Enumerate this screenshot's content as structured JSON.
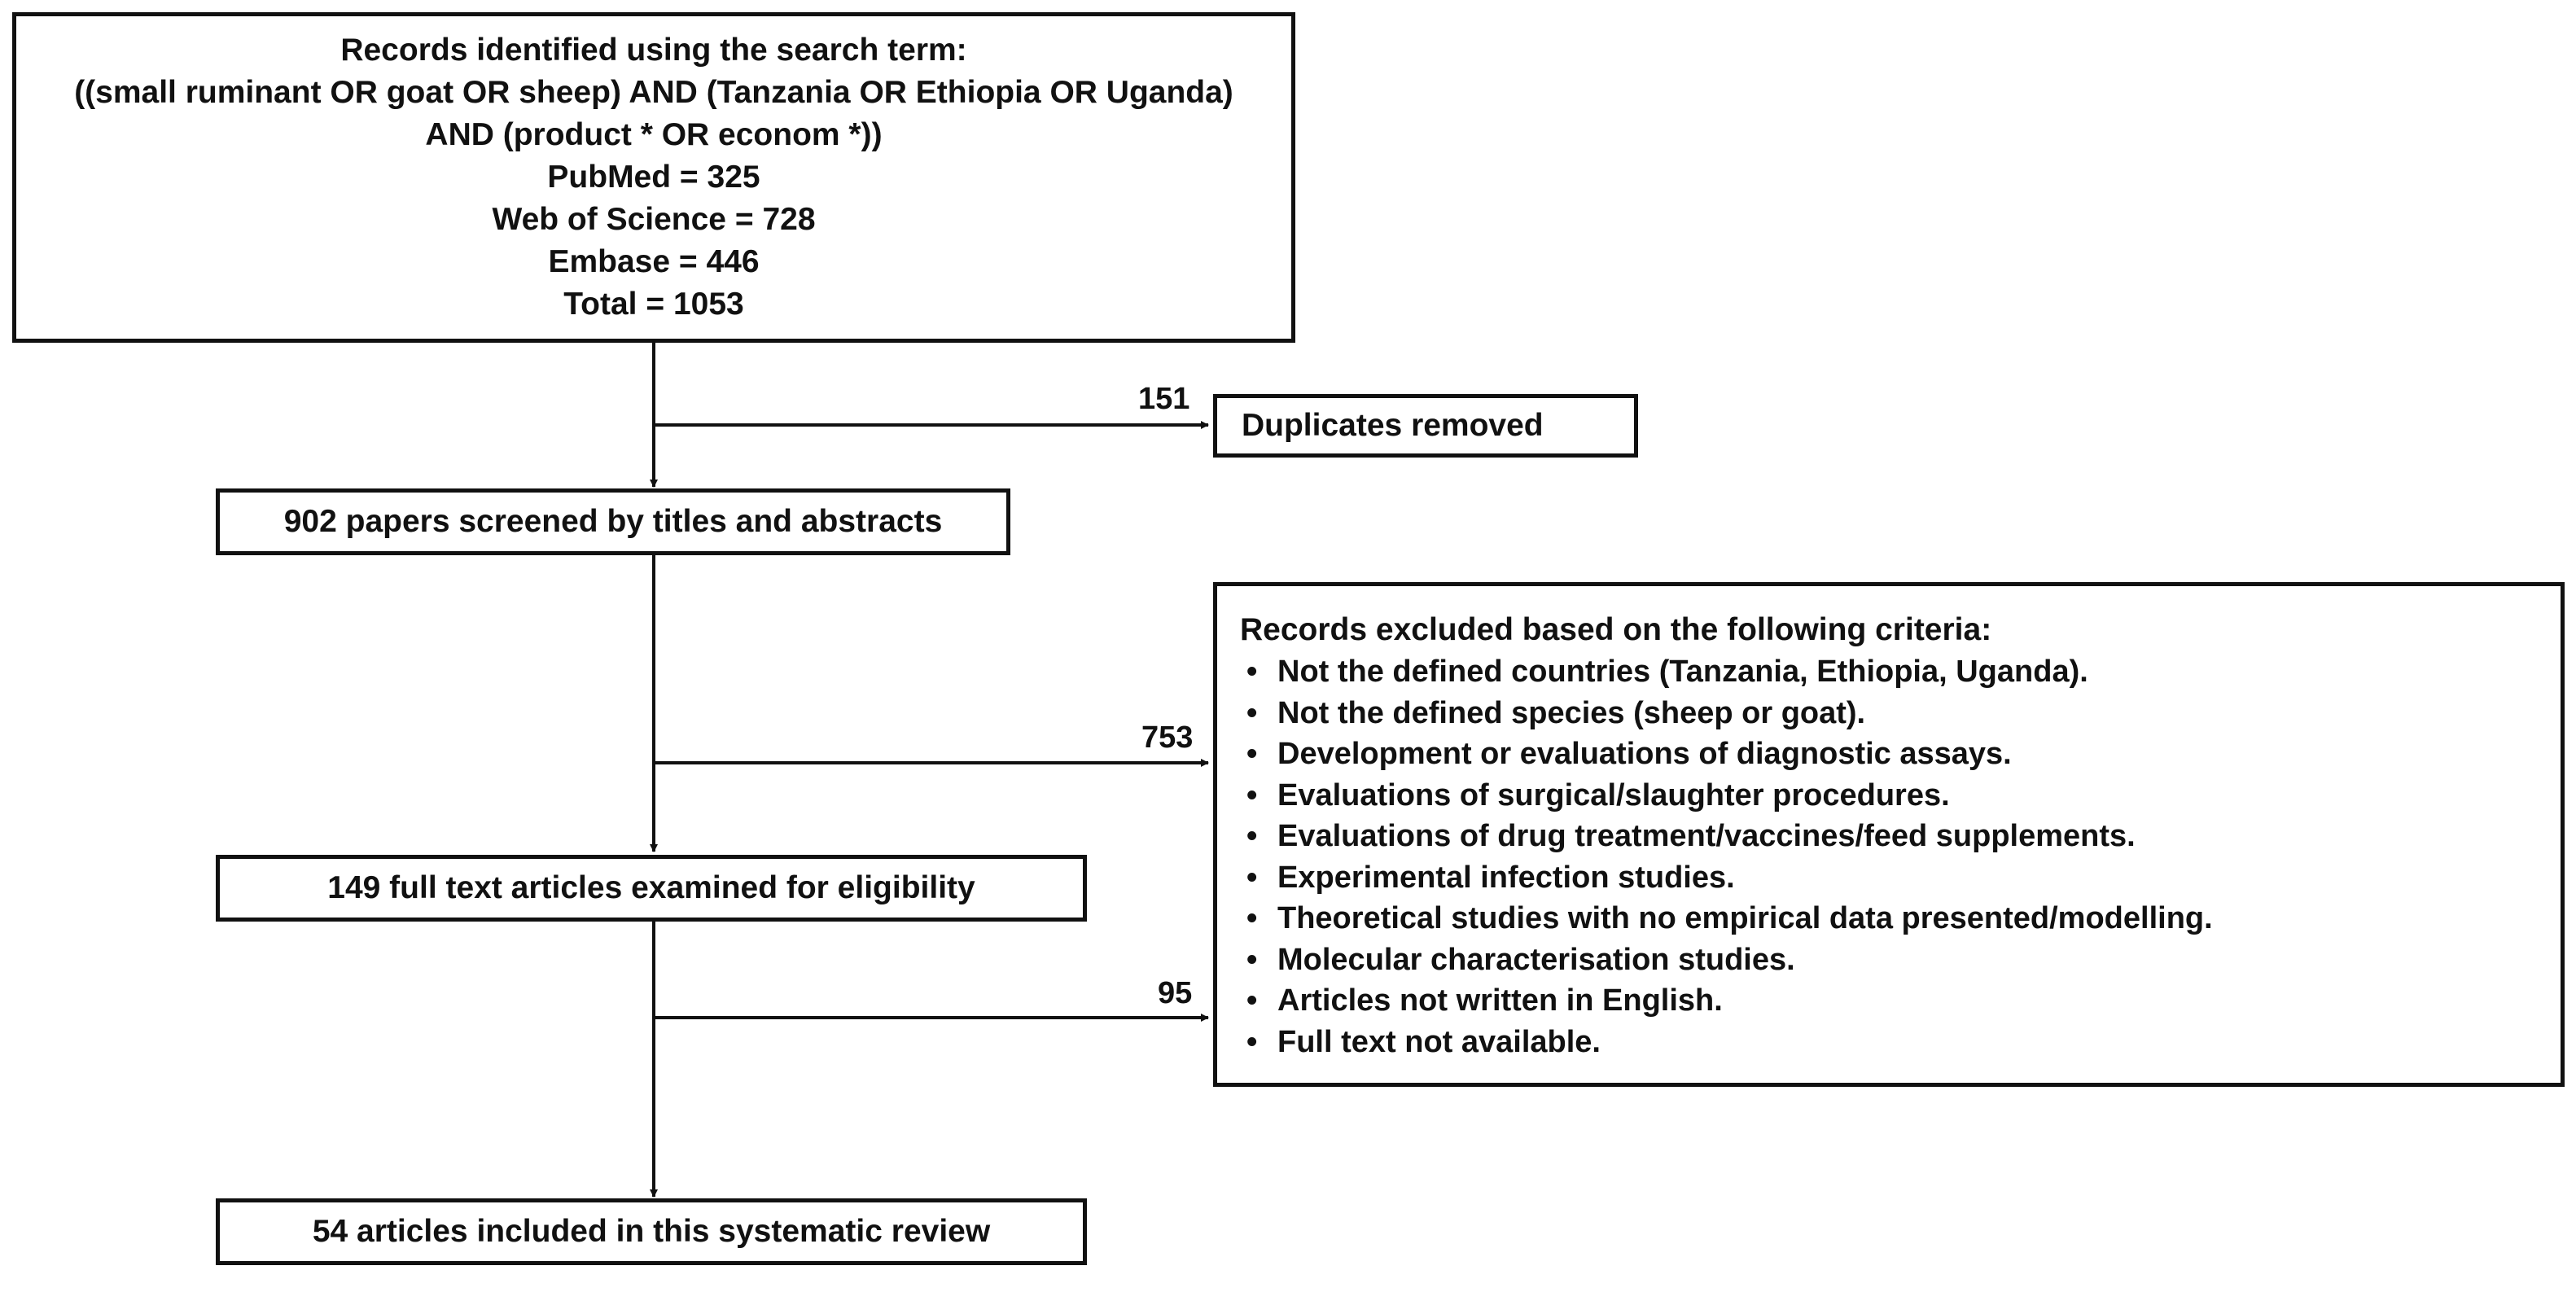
{
  "identification": {
    "lines": [
      "Records identified using the search term:",
      "((small ruminant OR goat OR sheep) AND (Tanzania  OR Ethiopia  OR Uganda)",
      "AND (product * OR econom *))",
      "PubMed = 325",
      "Web of Science = 728",
      "Embase = 446",
      "Total = 1053"
    ]
  },
  "duplicates": {
    "count": "151",
    "label": "Duplicates removed"
  },
  "screened": {
    "label": "902 papers screened by titles and abstracts"
  },
  "excluded_screening": {
    "count": "753",
    "heading": "Records excluded based on the following criteria:",
    "criteria": [
      "Not the defined countries (Tanzania,  Ethiopia,  Uganda).",
      "Not the defined species (sheep or goat).",
      "Development or evaluations of diagnostic assays.",
      "Evaluations of surgical/slaughter procedures.",
      "Evaluations of drug treatment/vaccines/feed supplements.",
      "Experimental infection studies.",
      "Theoretical studies with no empirical data presented/modelling.",
      "Molecular characterisation studies.",
      "Articles not written in English.",
      "Full text not available."
    ]
  },
  "eligibility": {
    "label": "149 full text articles examined for eligibility",
    "excluded_count": "95"
  },
  "included": {
    "label": "54 articles included in this systematic review"
  }
}
